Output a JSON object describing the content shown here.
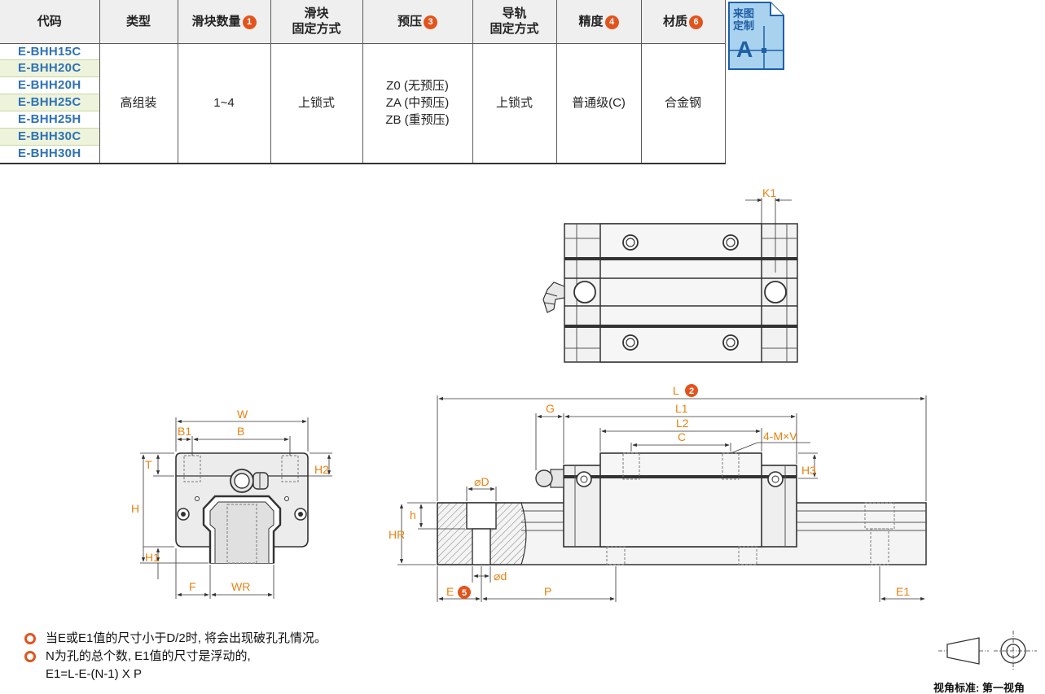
{
  "table": {
    "headers": [
      {
        "line1": "代码",
        "line2": "",
        "num": ""
      },
      {
        "line1": "类型",
        "line2": "",
        "num": ""
      },
      {
        "line1": "滑块数量",
        "line2": "",
        "num": "1"
      },
      {
        "line1": "滑块",
        "line2": "固定方式",
        "num": ""
      },
      {
        "line1": "预压",
        "line2": "",
        "num": "3"
      },
      {
        "line1": "导轨",
        "line2": "固定方式",
        "num": ""
      },
      {
        "line1": "精度",
        "line2": "",
        "num": "4"
      },
      {
        "line1": "材质",
        "line2": "",
        "num": "6"
      }
    ],
    "codes": [
      "E-BHH15C",
      "E-BHH20C",
      "E-BHH20H",
      "E-BHH25C",
      "E-BHH25H",
      "E-BHH30C",
      "E-BHH30H"
    ],
    "type": "高组装",
    "block_qty": "1~4",
    "block_fix": "上锁式",
    "preload": [
      "Z0 (无预压)",
      "ZA (中预压)",
      "ZB (重预压)"
    ],
    "rail_fix": "上锁式",
    "accuracy": "普通级(C)",
    "material": "合金钢"
  },
  "badge": {
    "line1": "来图",
    "line2": "定制",
    "letter": "A"
  },
  "dims": {
    "K1": "K1",
    "W": "W",
    "B1": "B1",
    "B": "B",
    "T": "T",
    "H2": "H2",
    "H": "H",
    "H1": "H1",
    "F": "F",
    "WR": "WR",
    "L": "L",
    "L_num": "2",
    "L1": "L1",
    "L2": "L2",
    "G": "G",
    "C": "C",
    "M": "4-M×V",
    "H3": "H3",
    "D": "D",
    "h": "h",
    "HR": "HR",
    "d": "d",
    "E": "E",
    "E_num": "5",
    "P": "P",
    "E1": "E1"
  },
  "notes": {
    "note1": "当E或E1值的尺寸小于D/2时, 将会出现破孔孔情况。",
    "note2": "N为孔的总个数, E1值的尺寸是浮动的,",
    "note2b": "E1=L-E-(N-1) X P"
  },
  "view_standard": "视角标准: 第一视角",
  "colors": {
    "accent": "#e2541d",
    "code_blue": "#2d72b5",
    "dim_orange": "#e98211",
    "badge_blue": "#1e5fa5"
  }
}
